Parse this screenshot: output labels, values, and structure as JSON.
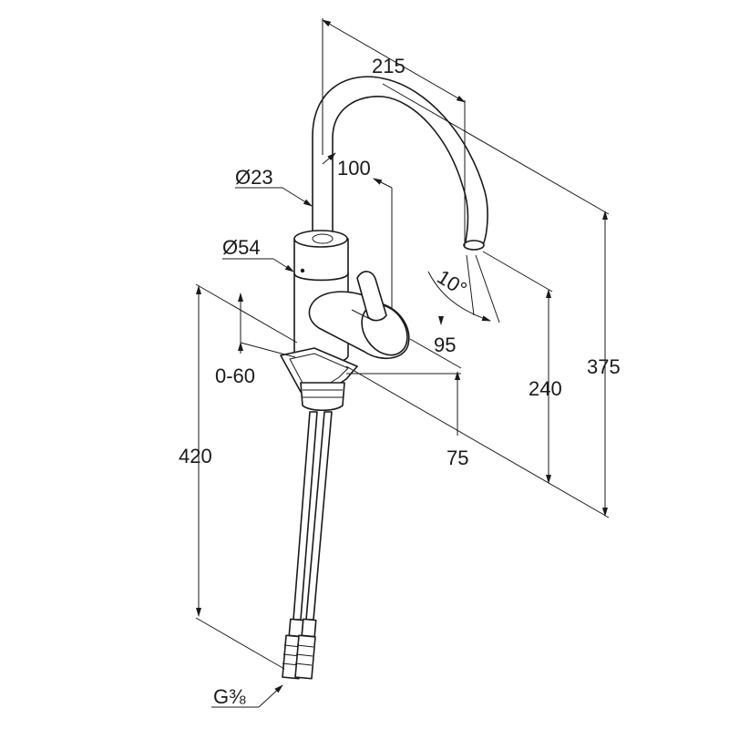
{
  "dimensions": {
    "reach": "215",
    "spout_diameter": "Ø23",
    "lever_offset": "100",
    "body_diameter": "Ø54",
    "spout_angle": "10°",
    "lever_height": "95",
    "deck_thickness": "0-60",
    "spout_height": "240",
    "total_height": "375",
    "hose_length": "420",
    "base_height": "75",
    "connection_thread": "G⅜"
  }
}
